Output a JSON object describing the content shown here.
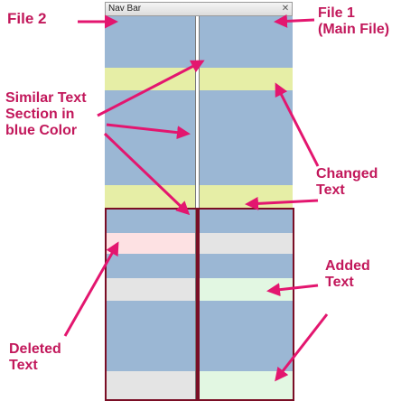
{
  "window": {
    "title": "Nav Bar",
    "close_glyph": "✕"
  },
  "colors": {
    "similar": "#9bb7d4",
    "changed": "#e6eea6",
    "deleted": "#fde1e3",
    "added": "#e2f7e2",
    "blank": "#e4e4e4",
    "frame": "#7a0e25",
    "callout": "#c2185b"
  },
  "callouts": {
    "file2": "File 2",
    "file1": [
      "File 1",
      "(Main File)"
    ],
    "similar": [
      "Similar Text",
      "Section in",
      "blue Color"
    ],
    "changed": [
      "Changed",
      "Text"
    ],
    "added": [
      "Added",
      "Text"
    ],
    "deleted": [
      "Deleted",
      "Text"
    ]
  },
  "icons": {
    "arrow": "arrow-icon"
  }
}
